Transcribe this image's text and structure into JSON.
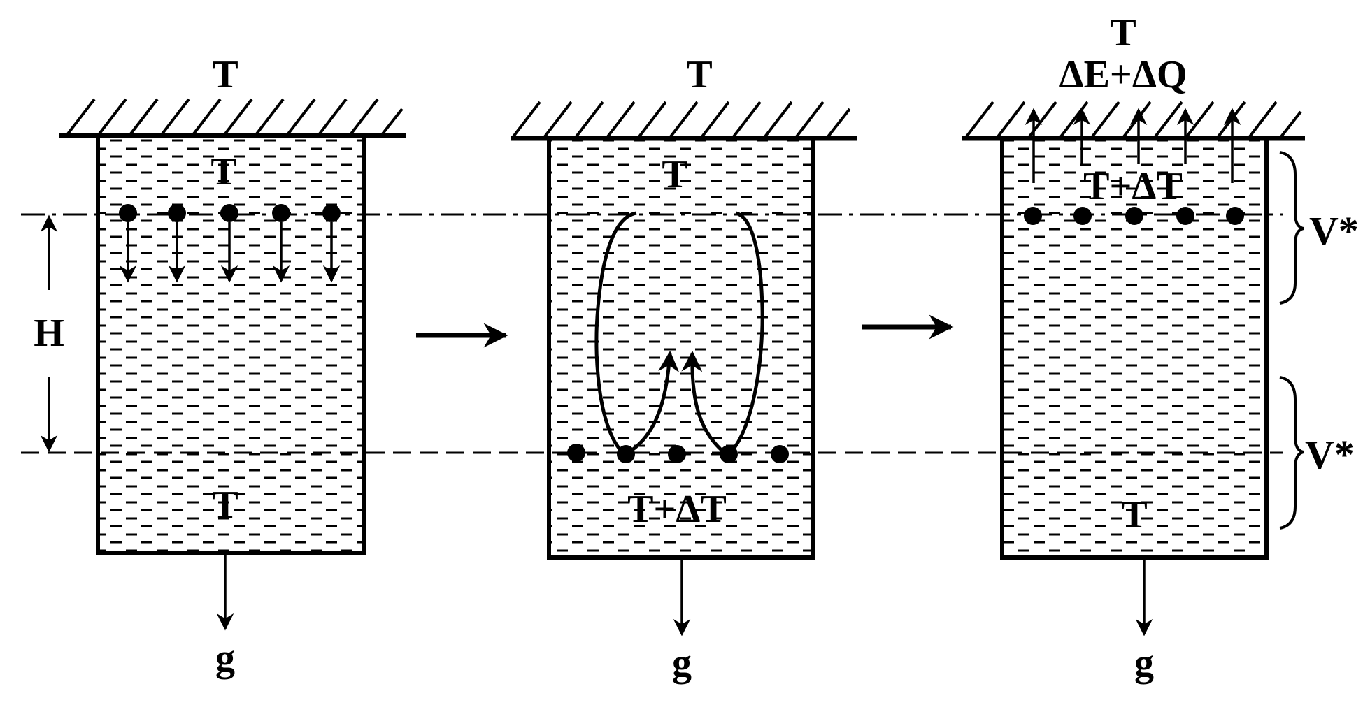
{
  "panels": [
    {
      "top_label": "T",
      "upper_label": "T",
      "lower_label": "T",
      "gravity_label": "g"
    },
    {
      "top_label": "T",
      "upper_label": "T",
      "lower_label": "T+ΔT",
      "gravity_label": "g"
    },
    {
      "top_label": "T",
      "top_label2": "ΔE+ΔQ",
      "upper_label": "T+ΔT",
      "lower_label": "T",
      "gravity_label": "g"
    }
  ],
  "height_label": "H",
  "volume_label_upper": "V*",
  "volume_label_lower": "V*"
}
